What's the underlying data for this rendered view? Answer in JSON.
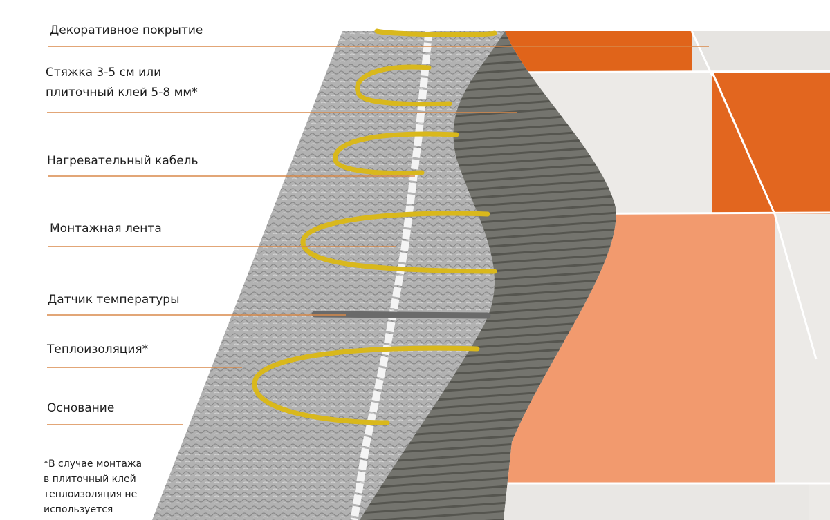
{
  "labels": {
    "decorative_cover": "Декоративное покрытие",
    "screed_line1": "Стяжка 3-5 см или",
    "screed_line2": "плиточный клей 5-8 мм*",
    "heating_cable": "Нагревательный кабель",
    "mounting_tape": "Монтажная лента",
    "temperature_sensor": "Датчик температуры",
    "thermal_insulation": "Теплоизоляция*",
    "base": "Основание"
  },
  "footnote": {
    "line1": "*В случае монтажа",
    "line2": "в плиточный клей",
    "line3": "теплоизоляция не",
    "line4": "используется"
  },
  "colors": {
    "leader_line": "#d8894a",
    "tile_orange": "#e0641a",
    "tile_light_orange": "#f29a6e",
    "tile_white": "#e9e7e4",
    "adhesive": "#6f6f69",
    "insulation": "#b4b4b4",
    "cable": "#d9b81c"
  }
}
